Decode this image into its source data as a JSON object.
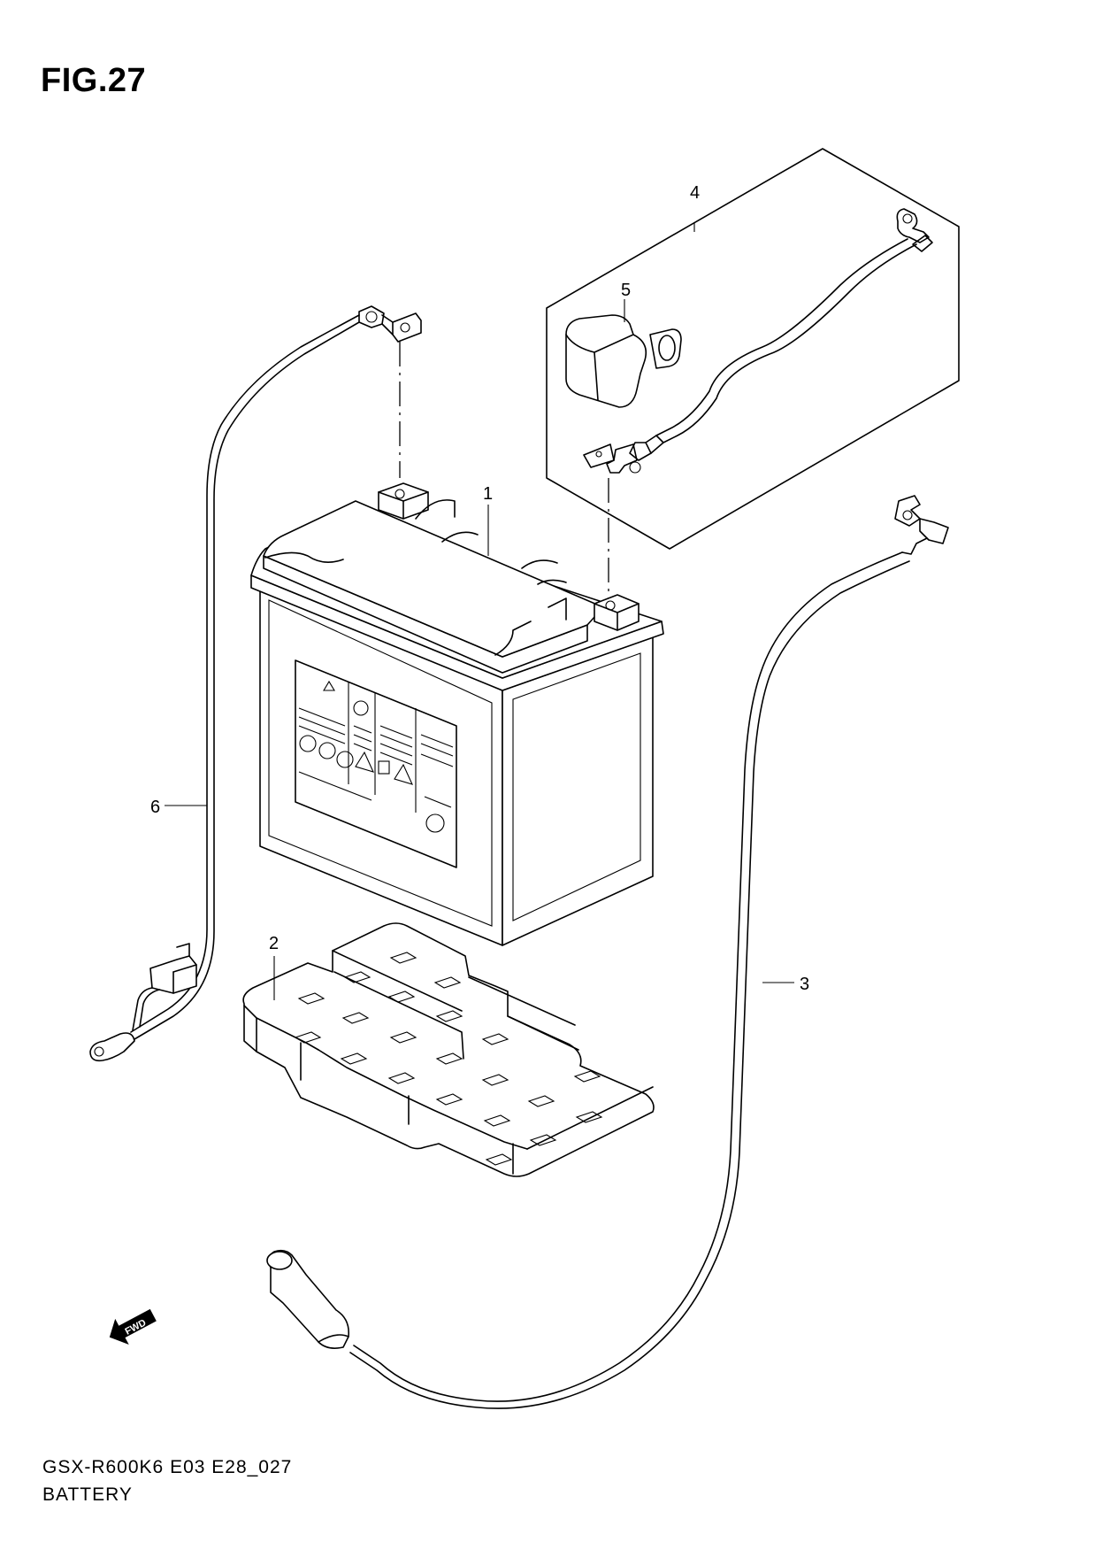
{
  "figure": {
    "title": "FIG.27"
  },
  "footer": {
    "code": "GSX-R600K6 E03 E28_027",
    "name": "BATTERY"
  },
  "callouts": [
    {
      "id": "1",
      "text": "1"
    },
    {
      "id": "2",
      "text": "2"
    },
    {
      "id": "3",
      "text": "3"
    },
    {
      "id": "4",
      "text": "4"
    },
    {
      "id": "5",
      "text": "5"
    },
    {
      "id": "6",
      "text": "6"
    }
  ],
  "direction_badge": {
    "text": "FWD",
    "icon": "forward-arrow-icon"
  }
}
